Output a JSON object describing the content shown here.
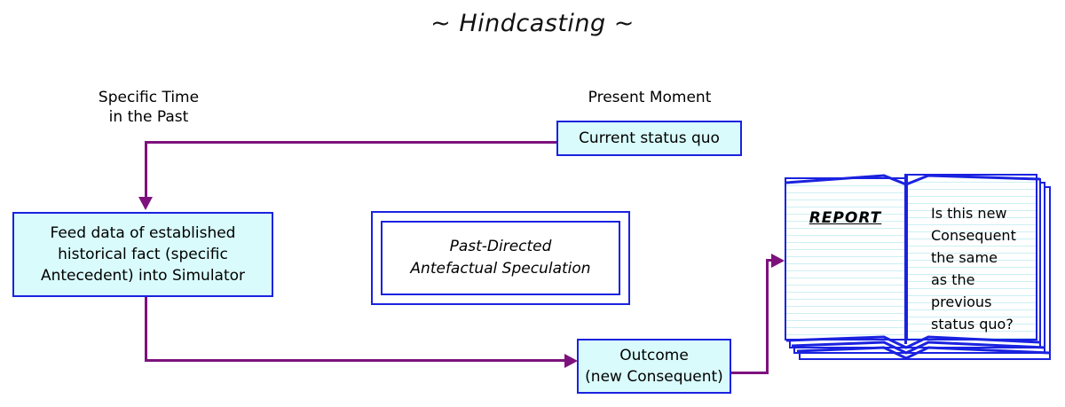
{
  "diagram": {
    "title": "~ Hindcasting ~",
    "colors": {
      "box_border": "#1a22e0",
      "box_fill": "#d9fbfb",
      "connector": "#7d127d",
      "rule_line": "#cdeff3",
      "text": "#000000"
    },
    "labels": {
      "past": "Specific Time\nin the Past",
      "present": "Present Moment"
    },
    "boxes": {
      "status_quo": "Current status quo",
      "feed": "Feed data of established\nhistorical fact (specific\nAntecedent) into Simulator",
      "speculation": "Past-Directed\nAntefactual Speculation",
      "outcome": "Outcome\n(new Consequent)"
    },
    "book": {
      "left_page_title": "REPORT",
      "right_page_text": "Is this new\nConsequent\nthe same\nas the\nprevious\nstatus quo?"
    },
    "connectors": [
      {
        "name": "status-quo-to-feed",
        "from": "Current status quo",
        "to": "Feed data box",
        "arrow": "down"
      },
      {
        "name": "feed-to-outcome",
        "from": "Feed data box",
        "to": "Outcome box",
        "arrow": "right"
      },
      {
        "name": "outcome-to-report",
        "from": "Outcome box",
        "to": "REPORT book",
        "arrow": "right"
      }
    ]
  }
}
